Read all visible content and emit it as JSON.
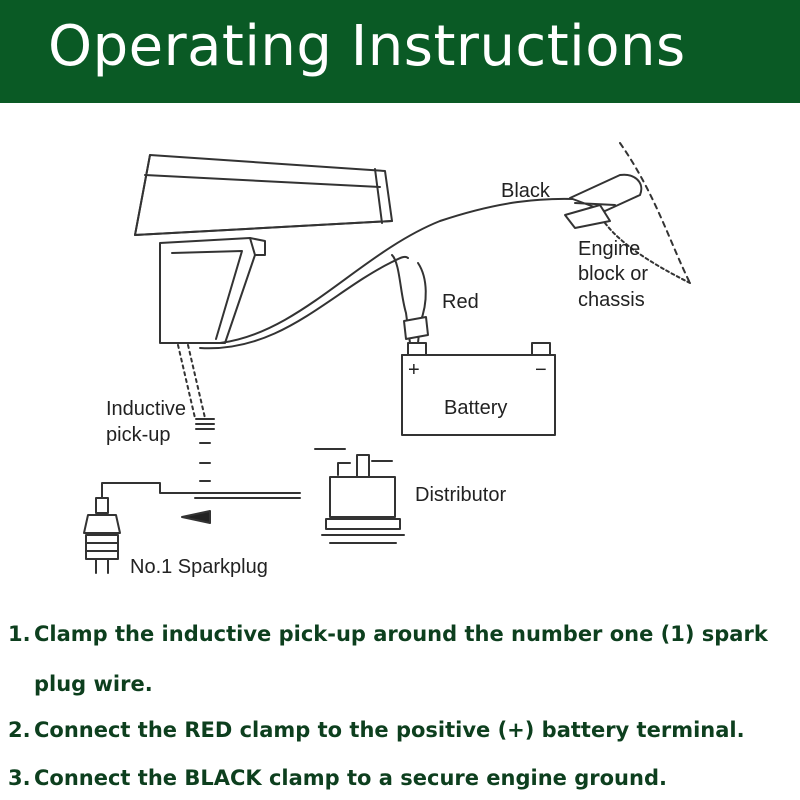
{
  "header": {
    "title": "Operating Instructions"
  },
  "diagram": {
    "labels": {
      "black": "Black",
      "engine_line1": "Engine",
      "engine_line2": "block or",
      "engine_line3": "chassis",
      "red": "Red",
      "battery": "Battery",
      "plus": "+",
      "minus": "−",
      "inductive_line1": "Inductive",
      "inductive_line2": "pick-up",
      "distributor": "Distributor",
      "sparkplug": "No.1 Sparkplug"
    }
  },
  "instructions": [
    {
      "number": "1.",
      "line1": "Clamp the inductive pick-up around the number one (1) spark",
      "line2": "plug wire."
    },
    {
      "number": "2.",
      "line1": "Connect the RED clamp to the positive (+) battery terminal."
    },
    {
      "number": "3.",
      "line1": "Connect the BLACK clamp to a secure engine ground."
    }
  ],
  "colors": {
    "header_bg": "#0a5a25",
    "header_text": "#ffffff",
    "instruction_text": "#0d3f1e"
  }
}
